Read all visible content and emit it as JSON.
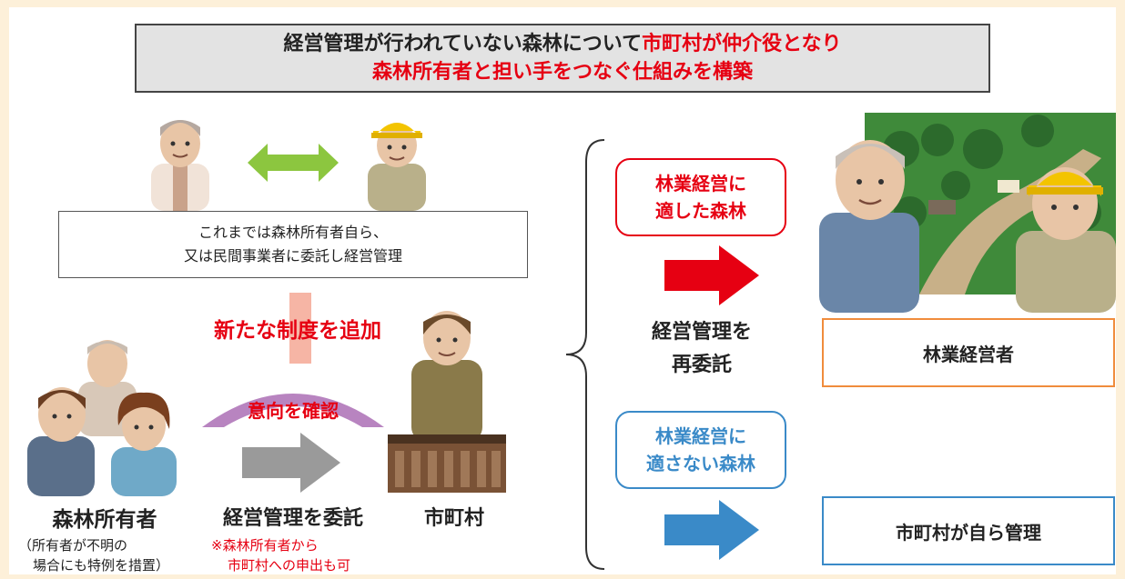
{
  "title": {
    "line1_black": "経営管理が行われていない森林について",
    "line1_red": "市町村が仲介役となり",
    "line2_red": "森林所有者と担い手をつなぐ仕組みを構築"
  },
  "current_practice": {
    "line1": "これまでは森林所有者自ら、",
    "line2": "又は民間事業者に委託し経営管理"
  },
  "new_system_label": "新たな制度を追加",
  "confirm_intent_label": "意向を確認",
  "owners": {
    "label": "森林所有者",
    "note_line1": "（所有者が不明の",
    "note_line2": "場合にも特例を措置）"
  },
  "entrust": {
    "label": "経営管理を委託",
    "note_line1": "※森林所有者から",
    "note_line2": "市町村への申出も可"
  },
  "municipality_label": "市町村",
  "suitable": {
    "line1": "林業経営に",
    "line2": "適した森林"
  },
  "re_entrust": {
    "line1": "経営管理を",
    "line2": "再委託"
  },
  "unsuitable": {
    "line1": "林業経営に",
    "line2": "適さない森林"
  },
  "forestry_operator": "林業経営者",
  "self_manage": "市町村が自ら管理",
  "colors": {
    "red": "#e60012",
    "blue": "#3a8ac8",
    "green_arrow": "#8cc63f",
    "gray_arrow": "#9a9a9a",
    "orange_border": "#f08c3c",
    "purple_arc": "#b884c0"
  }
}
